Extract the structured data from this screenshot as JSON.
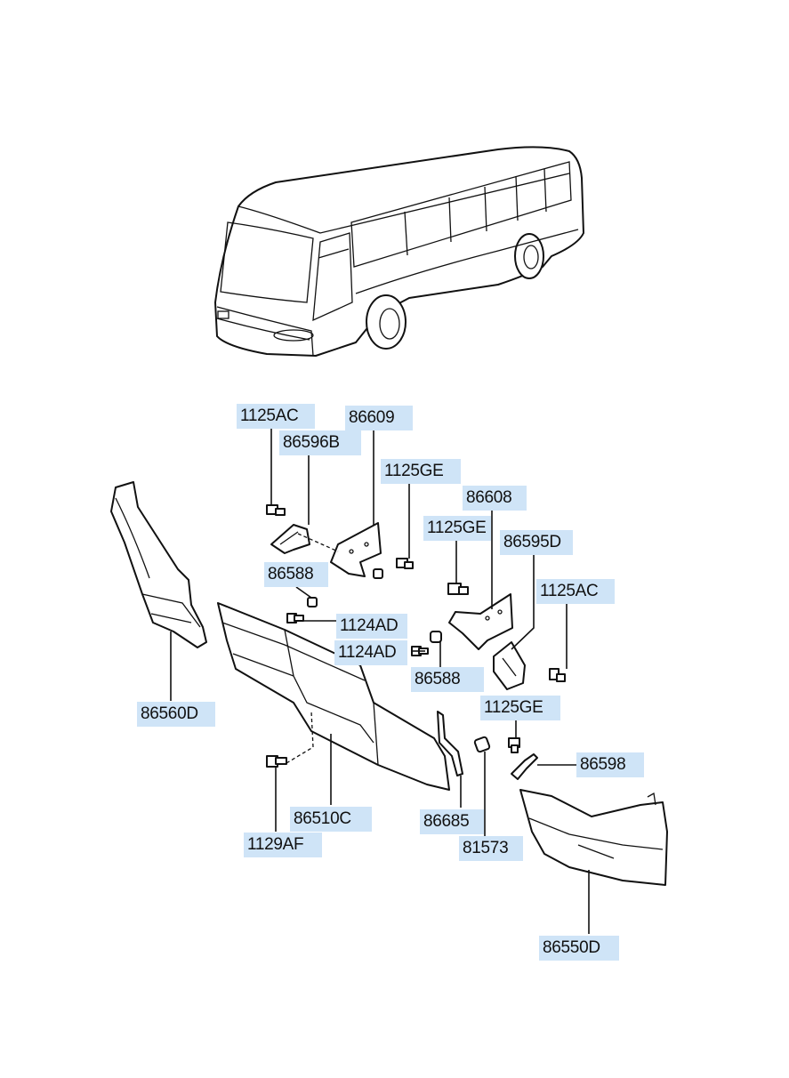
{
  "labels": {
    "p1125AC_a": "1125AC",
    "p86609": "86609",
    "p86596B": "86596B",
    "p1125GE_a": "1125GE",
    "p86608": "86608",
    "p1125GE_b": "1125GE",
    "p86595D": "86595D",
    "p86588_a": "86588",
    "p1125AC_b": "1125AC",
    "p1124AD_a": "1124AD",
    "p1124AD_b": "1124AD",
    "p86588_b": "86588",
    "p86560D": "86560D",
    "p1125GE_c": "1125GE",
    "p86598": "86598",
    "p86510C": "86510C",
    "p86685": "86685",
    "p1129AF": "1129AF",
    "p81573": "81573",
    "p86550D": "86550D"
  },
  "colors": {
    "label_bg": "#cfe4f7",
    "line": "#111111"
  }
}
